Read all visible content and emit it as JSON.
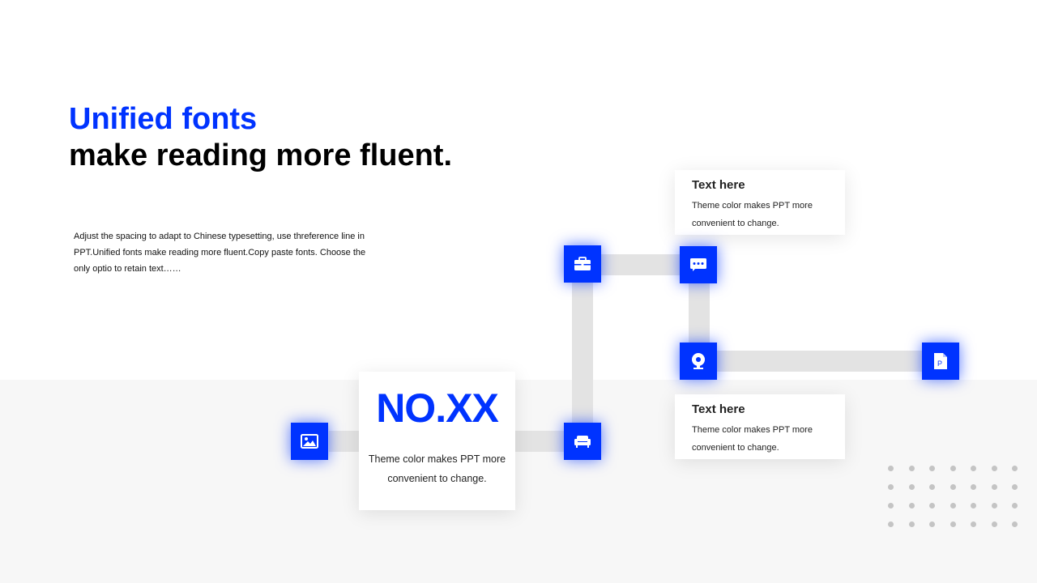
{
  "heading": {
    "accent": "Unified fonts",
    "main": "make reading more fluent."
  },
  "body": {
    "paragraph": "Adjust the spacing to adapt to Chinese typesetting, use threference line in PPT.Unified fonts make reading more fluent.Copy paste fonts. Choose the only optio to retain text……"
  },
  "main_card": {
    "number": "NO.XX",
    "description": "Theme  color makes PPT more convenient  to change."
  },
  "card_top": {
    "title": "Text here",
    "description": "Theme  color makes PPT more convenient to change."
  },
  "card_bottom": {
    "title": "Text here",
    "description": "Theme  color makes PPT more convenient to change."
  },
  "nodes": {
    "image": "image-icon",
    "couch": "couch-icon",
    "briefcase": "briefcase-icon",
    "chat": "chat-icon",
    "webcam": "webcam-icon",
    "ppt": "ppt-file-icon"
  },
  "colors": {
    "accent": "#0033ff",
    "track": "#e3e3e3",
    "band": "#f7f7f7",
    "dots": "#c4c4c4"
  }
}
